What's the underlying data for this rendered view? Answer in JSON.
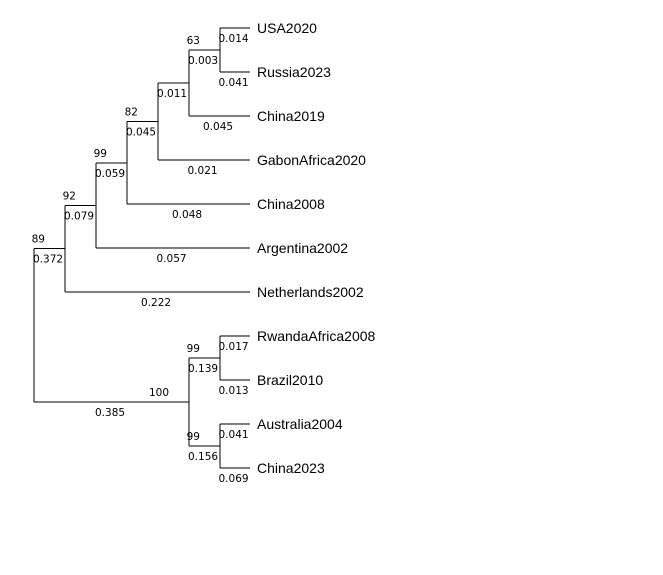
{
  "tree": {
    "length": null,
    "bootstrap": null,
    "children": [
      {
        "bootstrap": "89",
        "length": "0.372",
        "children": [
          {
            "bootstrap": "92",
            "length": "0.079",
            "children": [
              {
                "bootstrap": "99",
                "length": "0.059",
                "children": [
                  {
                    "bootstrap": "82",
                    "length": "0.045",
                    "children": [
                      {
                        "bootstrap": "63",
                        "length": "0.011",
                        "children": [
                          {
                            "bootstrap": "",
                            "length": "0.003",
                            "children": [
                              {
                                "name": "USA2020",
                                "length": "0.014"
                              },
                              {
                                "name": "Russia2023",
                                "length": "0.041"
                              }
                            ]
                          },
                          {
                            "name": "China2019",
                            "length": "0.045"
                          }
                        ]
                      },
                      {
                        "name": "GabonAfrica2020",
                        "length": "0.021"
                      }
                    ]
                  },
                  {
                    "name": "China2008",
                    "length": "0.048"
                  }
                ]
              },
              {
                "name": "Argentina2002",
                "length": "0.057"
              }
            ]
          },
          {
            "name": "Netherlands2002",
            "length": "0.222"
          }
        ]
      },
      {
        "bootstrap": "100",
        "length": "0.385",
        "children": [
          {
            "bootstrap": "99",
            "length": "0.139",
            "children": [
              {
                "name": "RwandaAfrica2008",
                "length": "0.017"
              },
              {
                "name": "Brazil2010",
                "length": "0.013"
              }
            ]
          },
          {
            "bootstrap": "99",
            "length": "0.156",
            "children": [
              {
                "name": "Australia2004",
                "length": "0.041"
              },
              {
                "name": "China2023",
                "length": "0.069"
              }
            ]
          }
        ]
      }
    ]
  }
}
